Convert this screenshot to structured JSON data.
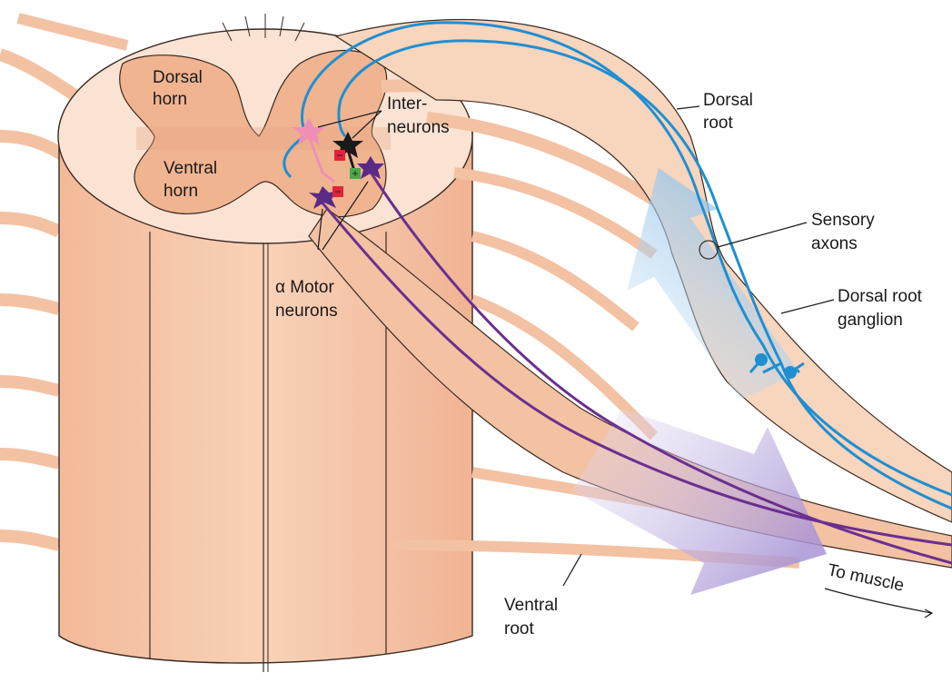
{
  "labels": {
    "dorsal_horn": [
      "Dorsal",
      "horn"
    ],
    "ventral_horn": [
      "Ventral",
      "horn"
    ],
    "interneurons": [
      "Inter-",
      "neurons"
    ],
    "motor_neurons": [
      "α Motor",
      "neurons"
    ],
    "dorsal_root": [
      "Dorsal",
      "root"
    ],
    "sensory_axons": [
      "Sensory",
      "axons"
    ],
    "dorsal_root_ganglion": [
      "Dorsal root",
      "ganglion"
    ],
    "ventral_root": [
      "Ventral",
      "root"
    ],
    "to_muscle": "To muscle"
  },
  "synapse_signs": {
    "inhibitory": "−",
    "excitatory": "+"
  },
  "colors": {
    "tissue_light": "#fbe3d3",
    "tissue": "#f6c6a6",
    "tissue_dark": "#eda989",
    "gray_matter": "#f0b491",
    "outline": "#3a2a22",
    "sensory_axon": "#1f8fd1",
    "motor_axon": "#6b2f8f",
    "interneuron_inhibitory": "#f08fb6",
    "interneuron_excitatory": "#1a1a1a",
    "motor_neuron": "#5b2a86",
    "sensory_arrow": "#9ecbee",
    "motor_arrow": "#b9a6db",
    "inhibitory_badge": "#e1243a",
    "excitatory_badge": "#4aa84a"
  }
}
